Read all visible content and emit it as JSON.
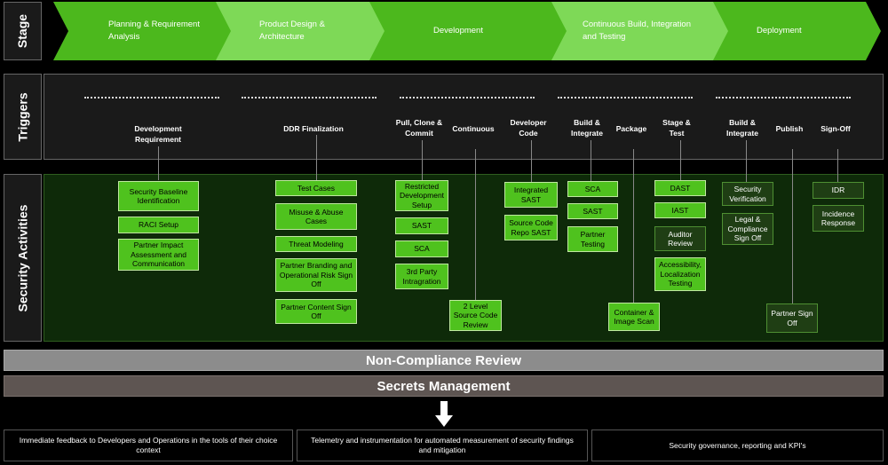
{
  "row_labels": {
    "stage": "Stage",
    "triggers": "Triggers",
    "security_activities": "Security Activities"
  },
  "stages": [
    {
      "line1": "Planning & Requirement",
      "line2": "Analysis"
    },
    {
      "line1": "Product Design &",
      "line2": "Architecture"
    },
    {
      "line1": "Development",
      "line2": ""
    },
    {
      "line1": "Continuous Build, Integration",
      "line2": "and Testing"
    },
    {
      "line1": "Deployment",
      "line2": ""
    }
  ],
  "triggers": [
    {
      "line1": "Development",
      "line2": "Requirement"
    },
    {
      "line1": "DDR Finalization",
      "line2": ""
    },
    {
      "line1": "Pull, Clone &",
      "line2": "Commit"
    },
    {
      "line1": "Continuous",
      "line2": ""
    },
    {
      "line1": "Developer",
      "line2": "Code"
    },
    {
      "line1": "Build &",
      "line2": "Integrate"
    },
    {
      "line1": "Package",
      "line2": ""
    },
    {
      "line1": "Stage &",
      "line2": "Test"
    },
    {
      "line1": "Build &",
      "line2": "Integrate"
    },
    {
      "line1": "Publish",
      "line2": ""
    },
    {
      "line1": "Sign-Off",
      "line2": ""
    }
  ],
  "activities": {
    "planning": [
      "Security Baseline Identification",
      "RACI Setup",
      "Partner Impact Assessment and Communication"
    ],
    "design": [
      "Test Cases",
      "Misuse & Abuse Cases",
      "Threat Modeling",
      "Partner Branding and Operational Risk Sign Off",
      "Partner Content Sign Off"
    ],
    "pull_clone": [
      "Restricted Development Setup",
      "SAST",
      "SCA",
      "3rd Party Intragration"
    ],
    "continuous": [
      "2 Level Source Code Review"
    ],
    "developer_code": [
      "Integrated SAST",
      "Source Code Repo SAST"
    ],
    "ci_build": [
      "SCA",
      "SAST",
      "Partner Testing"
    ],
    "package": [
      "Container & Image Scan"
    ],
    "stage_test": [
      "DAST",
      "IAST",
      "Auditor Review",
      "Accessibility, Localization Testing"
    ],
    "deploy_build": [
      "Security Verification",
      "Legal & Compliance Sign Off"
    ],
    "publish": [
      "Partner Sign Off"
    ],
    "signoff": [
      "IDR",
      "Incidence Response"
    ]
  },
  "bars": {
    "non_compliance": "Non-Compliance Review",
    "secrets": "Secrets Management"
  },
  "outcomes": [
    "Immediate feedback to Developers and Operations in the tools of their choice context",
    "Telemetry and instrumentation for automated measurement of security findings and mitigation",
    "Security governance, reporting and KPI's"
  ],
  "colors": {
    "stage_dark": "#4cb81d",
    "stage_light": "#7ed957",
    "activity_box": "#4fc21e",
    "activity_panel": "#0e2a09",
    "non_compliance_bar": "#8c8c8c",
    "secrets_bar": "#5e5552"
  },
  "icons": {
    "down_arrow": "down-arrow-icon"
  }
}
